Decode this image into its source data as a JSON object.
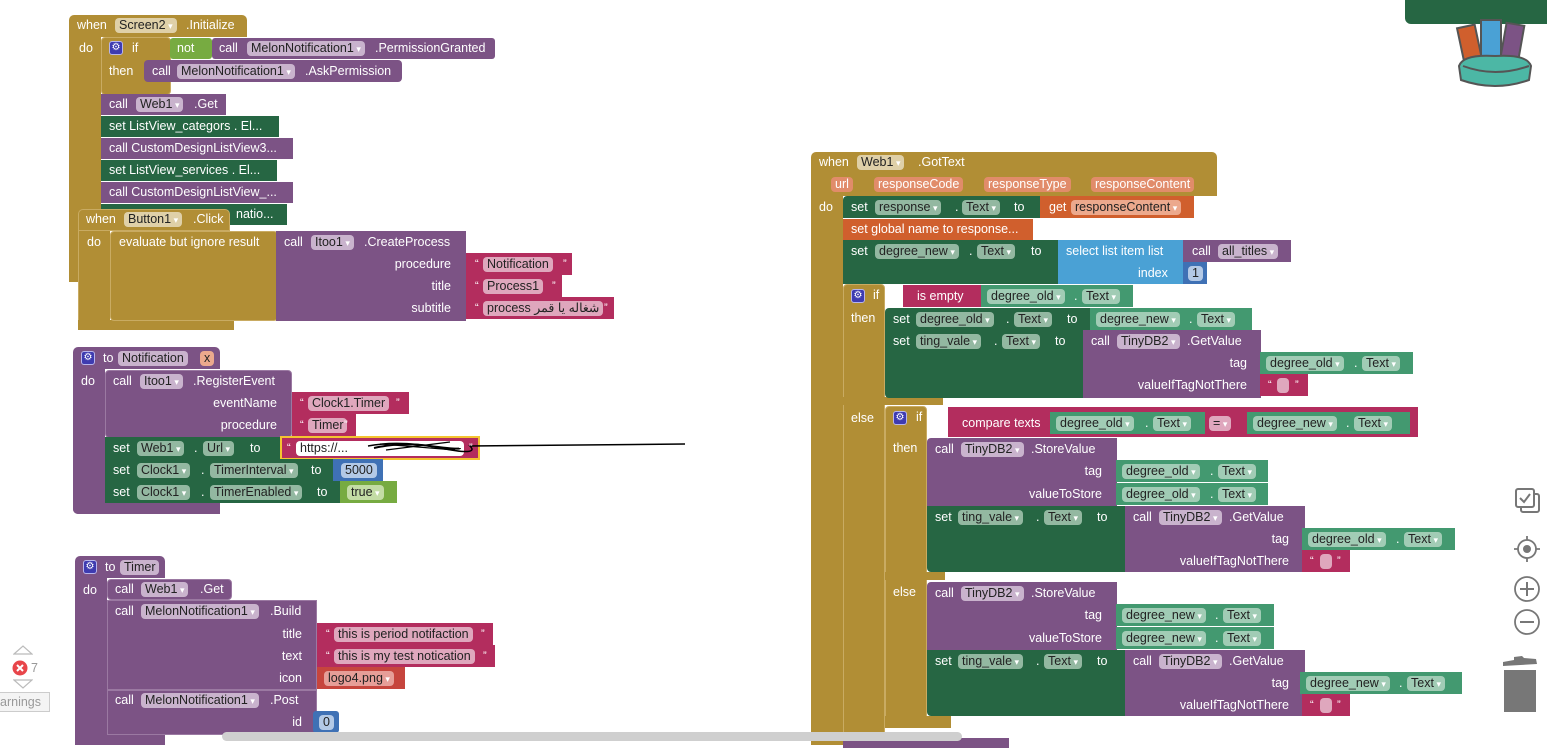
{
  "screen2_init": {
    "when": "when",
    "component": "Screen2",
    "event": ".Initialize",
    "do": "do",
    "if": "if",
    "not": "not",
    "call": "call",
    "perm_component": "MelonNotification1",
    "perm_method": ".PermissionGranted",
    "then": "then",
    "ask_component": "MelonNotification1",
    "ask_method": ".AskPermission",
    "web_call": "call",
    "web_component": "Web1",
    "web_method": ".Get",
    "collapsed": [
      "set ListView_categors . El...",
      "call CustomDesignListView3...",
      "set ListView_services . El...",
      "call CustomDesignListView_...",
      "natio..."
    ]
  },
  "button_click": {
    "when": "when",
    "component": "Button1",
    "event": ".Click",
    "do": "do",
    "evaluate": "evaluate but ignore result",
    "call": "call",
    "itoo_component": "Itoo1",
    "method": ".CreateProcess",
    "args": [
      {
        "label": "procedure",
        "value": "Notification"
      },
      {
        "label": "title",
        "value": "Process1"
      },
      {
        "label": "subtitle",
        "value": "process شغاله يا قمر"
      }
    ]
  },
  "proc_notification": {
    "to": "to",
    "name": "Notification",
    "param": "x",
    "do": "do",
    "call": "call",
    "itoo_component": "Itoo1",
    "method": ".RegisterEvent",
    "args": [
      {
        "label": "eventName",
        "value": "Clock1.Timer"
      },
      {
        "label": "procedure",
        "value": "Timer"
      }
    ],
    "set": "set",
    "dot": ".",
    "to_kw": "to",
    "url_component": "Web1",
    "url_prop": "Url",
    "url_value": "https://...",
    "clock_component": "Clock1",
    "interval_prop": "TimerInterval",
    "interval_value": "5000",
    "enabled_prop": "TimerEnabled",
    "enabled_value": "true"
  },
  "proc_timer": {
    "to": "to",
    "name": "Timer",
    "do": "do",
    "call": "call",
    "web_component": "Web1",
    "web_method": ".Get",
    "melon_component": "MelonNotification1",
    "build_method": ".Build",
    "args": [
      {
        "label": "title",
        "value": "this is period notifaction"
      },
      {
        "label": "text",
        "value": "this is my test notication"
      },
      {
        "label": "icon",
        "value": "logo4.png"
      }
    ],
    "post_method": ".Post",
    "id_label": "id",
    "id_value": "0"
  },
  "web_gottext": {
    "when": "when",
    "component": "Web1",
    "event": ".GotText",
    "do": "do",
    "params": [
      "url",
      "responseCode",
      "responseType",
      "responseContent"
    ],
    "set": "set",
    "to": "to",
    "dot": ".",
    "get": "get",
    "call": "call",
    "response_comp": "response",
    "text_prop": "Text",
    "get_var": "responseContent",
    "global_collapsed": "set global name to response...",
    "degree_new": "degree_new",
    "degree_old": "degree_old",
    "ting_vale": "ting_vale",
    "select_list": "select list item  list",
    "index_label": "index",
    "index_value": "1",
    "all_titles": "all_titles",
    "if": "if",
    "then": "then",
    "else": "else",
    "is_empty": "is empty",
    "tinydb": "TinyDB2",
    "get_value": ".GetValue",
    "store_value": ".StoreValue",
    "tag": "tag",
    "value_if": "valueIfTagNotThere",
    "value_to_store": "valueToStore",
    "compare": "compare texts",
    "op": "="
  },
  "warnings": {
    "error_count": "7",
    "toggle_label": "arnings"
  },
  "controls": {
    "toolbox_icon": "backpack-icon",
    "icons": [
      "cleanup-icon",
      "center-icon",
      "zoom-in-icon",
      "zoom-out-icon",
      "trash-icon"
    ]
  },
  "colors": {
    "control": "#b18e35",
    "procedure": "#7c5385",
    "set_green": "#266643",
    "get_green": "#439970",
    "text": "#b32d5e",
    "math": "#3f71b5",
    "logic": "#77ab41",
    "list": "#4aa1d5",
    "variable": "#d05f2d"
  }
}
